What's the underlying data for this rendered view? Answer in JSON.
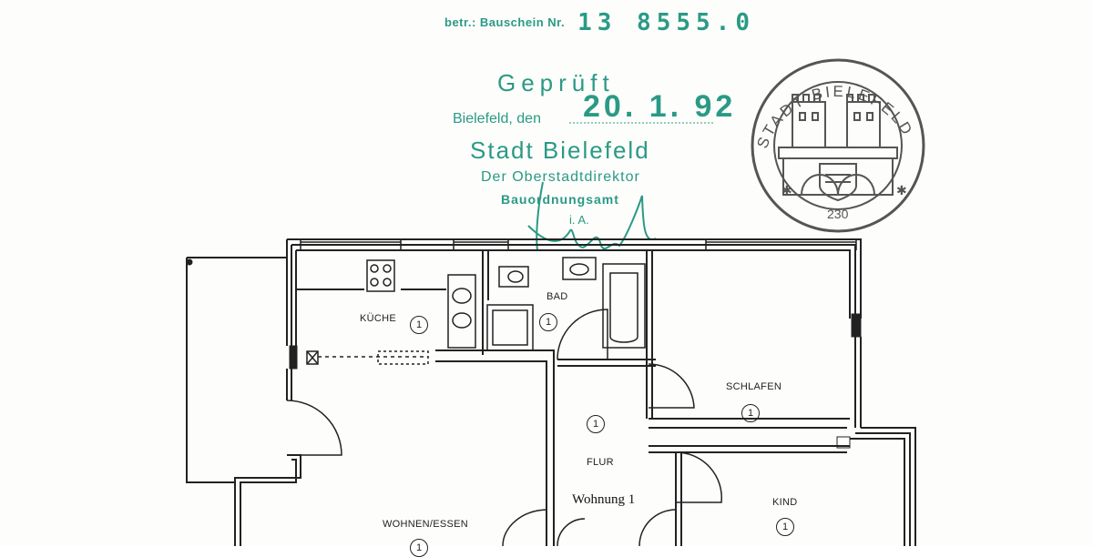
{
  "stamp": {
    "permit_label": "betr.: Bauschein Nr.",
    "permit_number": "13 8555.0",
    "checked": "Geprüft",
    "city_date_prefix": "Bielefeld, den",
    "date": "20. 1. 92",
    "authority": "Stadt Bielefeld",
    "department": "Der Oberstadtdirektor",
    "office": "Bauordnungsamt",
    "signature_prefix": "i. A."
  },
  "seal": {
    "ring_text": "STADT BIELEFELD",
    "number": "230"
  },
  "plan": {
    "unit_label": "Wohnung 1",
    "rooms": [
      {
        "name": "KÜCHE",
        "number": "1"
      },
      {
        "name": "BAD",
        "number": "1"
      },
      {
        "name": "SCHLAFEN",
        "number": "1"
      },
      {
        "name": "FLUR",
        "number": "1"
      },
      {
        "name": "KIND",
        "number": "1"
      },
      {
        "name": "WOHNEN/ESSEN",
        "number": "1"
      }
    ]
  },
  "colors": {
    "stamp_ink": "#2a9a85",
    "seal_ink": "#555555",
    "plan_ink": "#222222",
    "paper": "#fdfdfb"
  }
}
